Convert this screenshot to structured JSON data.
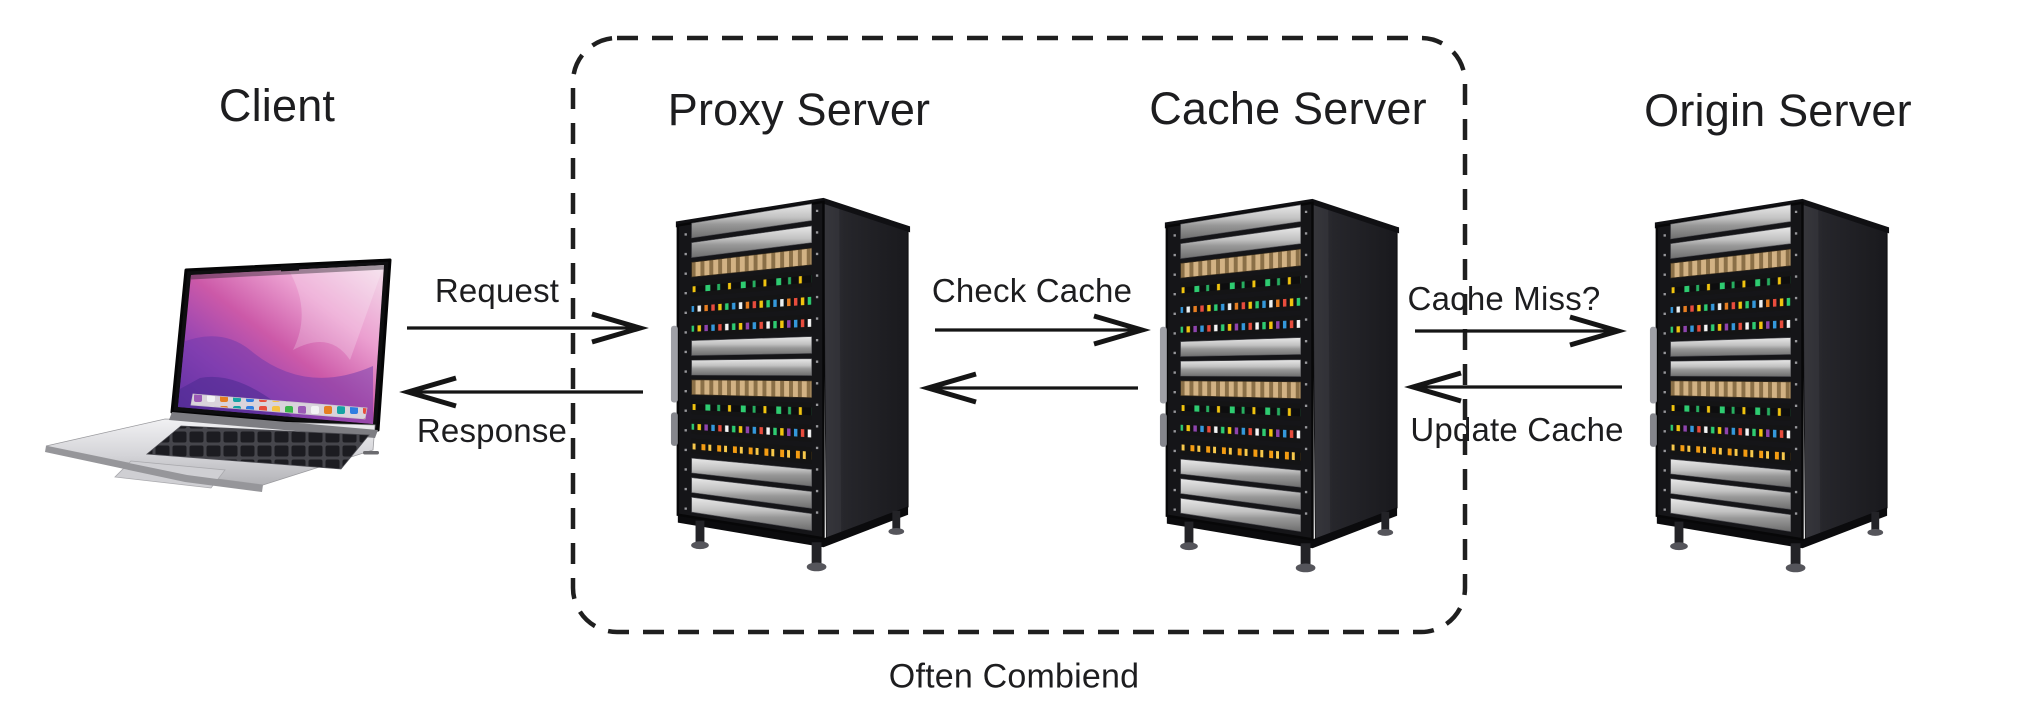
{
  "diagram_type": "cdn-caching-flow",
  "colors": {
    "background": "#ffffff",
    "text": "#1d1d1f",
    "line": "#151515",
    "group_border": "#1f1f1f"
  },
  "nodes": [
    {
      "id": "client",
      "label": "Client",
      "icon": "laptop-icon"
    },
    {
      "id": "proxy",
      "label": "Proxy Server",
      "icon": "server-rack-icon"
    },
    {
      "id": "cache",
      "label": "Cache Server",
      "icon": "server-rack-icon"
    },
    {
      "id": "origin",
      "label": "Origin Server",
      "icon": "server-rack-icon"
    }
  ],
  "edges": [
    {
      "from": "client",
      "to": "proxy",
      "label": "Request",
      "direction": "right"
    },
    {
      "from": "proxy",
      "to": "client",
      "label": "Response",
      "direction": "left"
    },
    {
      "from": "proxy",
      "to": "cache",
      "label": "Check Cache",
      "direction": "right"
    },
    {
      "from": "cache",
      "to": "proxy",
      "label": "",
      "direction": "left"
    },
    {
      "from": "cache",
      "to": "origin",
      "label": "Cache Miss?",
      "direction": "right"
    },
    {
      "from": "origin",
      "to": "cache",
      "label": "Update Cache",
      "direction": "left"
    }
  ],
  "group_box": {
    "label": "Often Combiend",
    "members": [
      "proxy",
      "cache"
    ],
    "border_style": "dashed"
  }
}
